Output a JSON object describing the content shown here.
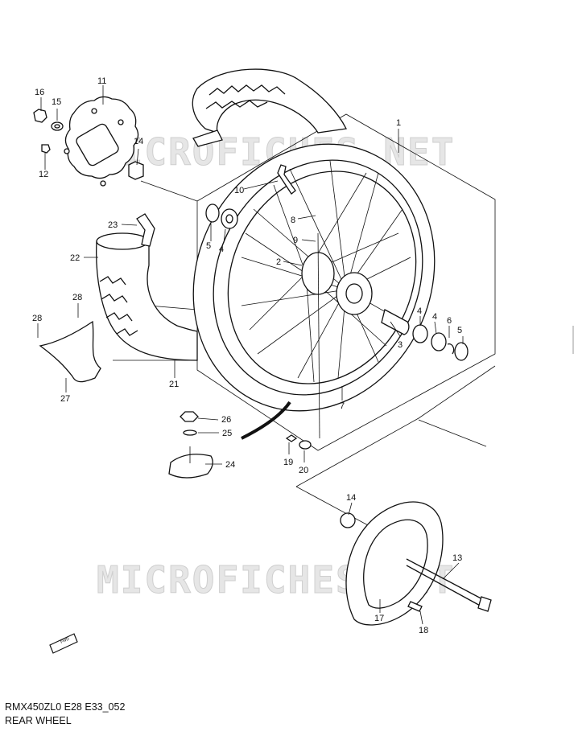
{
  "watermark": "MICROFICHES.NET",
  "fwd_label": "FWD",
  "caption": {
    "model_code": "RMX450ZL0 E28 E33_052",
    "title": "REAR WHEEL"
  },
  "callouts": {
    "c1": "1",
    "c2": "2",
    "c3": "3",
    "c4a": "4",
    "c4b": "4",
    "c4c": "4",
    "c5a": "5",
    "c5b": "5",
    "c6": "6",
    "c7": "7",
    "c8": "8",
    "c9": "9",
    "c10": "10",
    "c11": "11",
    "c12": "12",
    "c13": "13",
    "c14a": "14",
    "c14b": "14",
    "c15": "15",
    "c16": "16",
    "c17": "17",
    "c18": "18",
    "c19": "19",
    "c20": "20",
    "c21": "21",
    "c22": "22",
    "c23": "23",
    "c24": "24",
    "c25": "25",
    "c26": "26",
    "c27": "27",
    "c28a": "28",
    "c28b": "28"
  }
}
